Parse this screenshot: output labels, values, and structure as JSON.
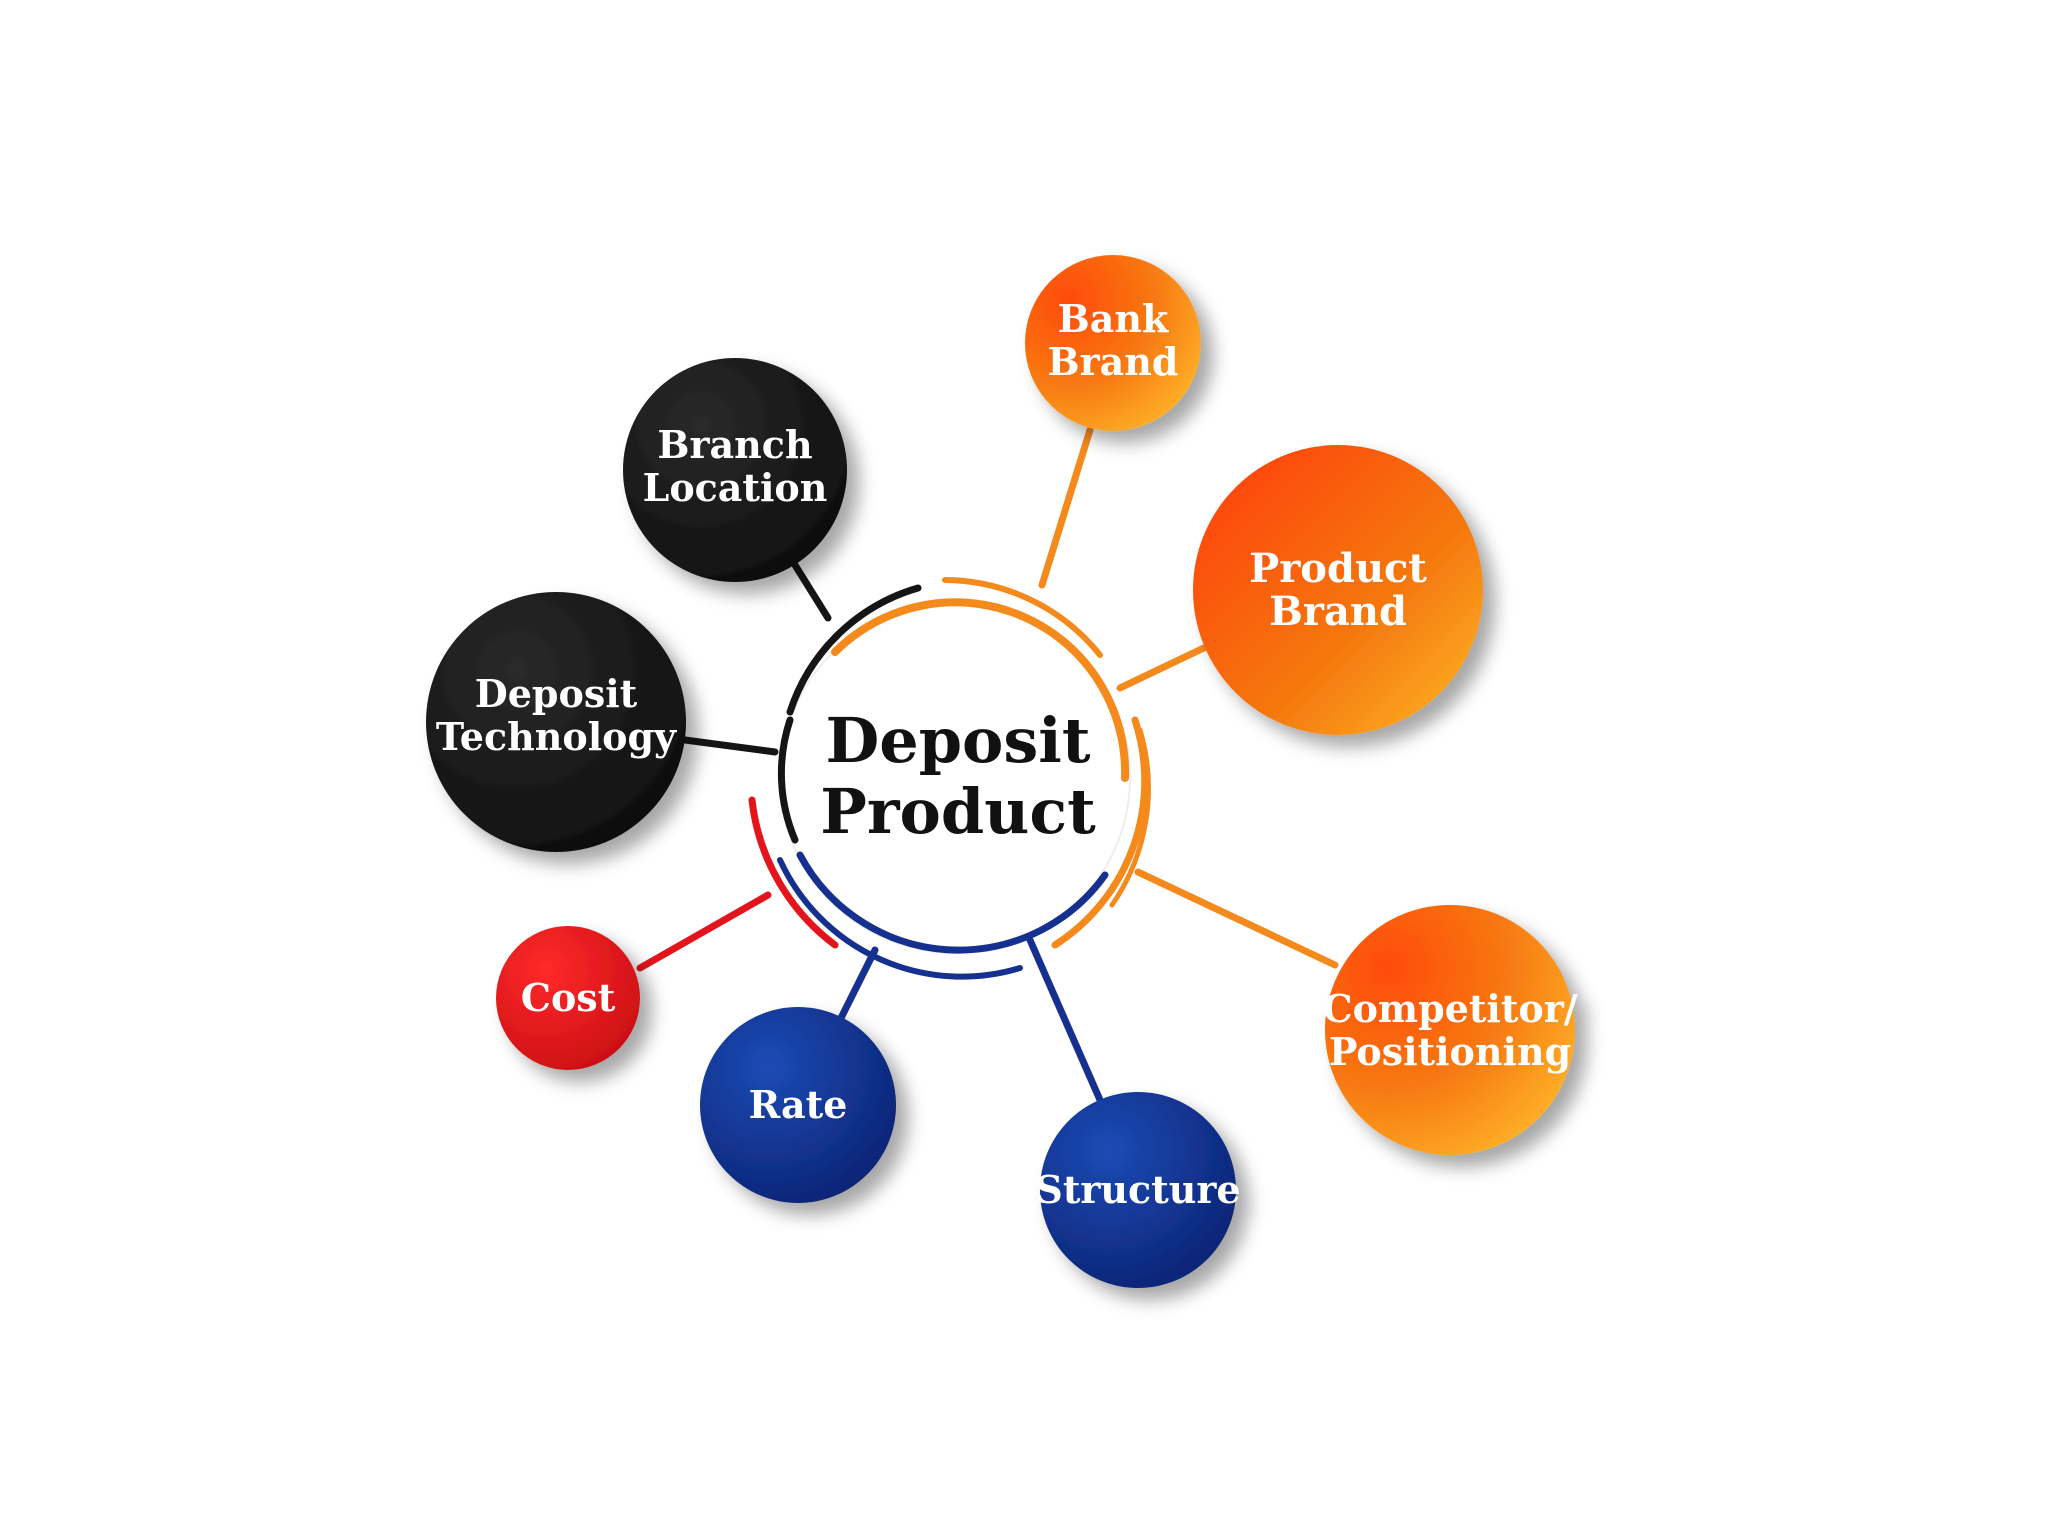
{
  "center": {
    "line1": "Deposit",
    "line2": "Product"
  },
  "nodes": [
    {
      "key": "bank-brand",
      "lines": [
        "Bank",
        "Brand"
      ],
      "color": "orange"
    },
    {
      "key": "product-brand",
      "lines": [
        "Product",
        "Brand"
      ],
      "color": "orange"
    },
    {
      "key": "competitor-positioning",
      "lines": [
        "Competitor/",
        "Positioning"
      ],
      "color": "orange"
    },
    {
      "key": "structure",
      "lines": [
        "Structure"
      ],
      "color": "navy"
    },
    {
      "key": "rate",
      "lines": [
        "Rate"
      ],
      "color": "navy"
    },
    {
      "key": "cost",
      "lines": [
        "Cost"
      ],
      "color": "red"
    },
    {
      "key": "deposit-technology",
      "lines": [
        "Deposit",
        "Technology"
      ],
      "color": "black"
    },
    {
      "key": "branch-location",
      "lines": [
        "Branch",
        "Location"
      ],
      "color": "black"
    }
  ],
  "colors": {
    "orange": "#f47a14",
    "orange_light": "#ffb52b",
    "orange_dark": "#ee4a08",
    "navy": "#0d2a85",
    "navy_light": "#1a47b0",
    "red": "#e3141b",
    "black": "#151515"
  }
}
